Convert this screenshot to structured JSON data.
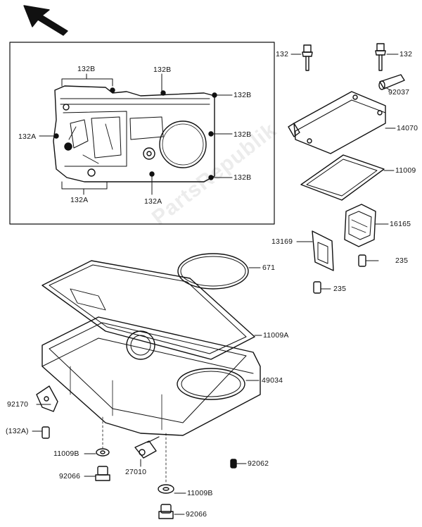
{
  "watermark": "PartsRepublik",
  "parts": {
    "p132_top_left": "132",
    "p132_top_right": "132",
    "p92037": "92037",
    "p14070": "14070",
    "p11009": "11009",
    "p16165": "16165",
    "p13169": "13169",
    "p235_a": "235",
    "p235_b": "235",
    "p671": "671",
    "p11009A": "11009A",
    "p49034": "49034",
    "p92170": "92170",
    "p132A_paren": "(132A)",
    "p11009B_a": "11009B",
    "p92066_a": "92066",
    "p27010": "27010",
    "p92062": "92062",
    "p11009B_b": "11009B",
    "p92066_b": "92066"
  },
  "inset": {
    "b1": "132B",
    "b2": "132B",
    "b3": "132B",
    "b4": "132B",
    "b5": "132B",
    "a1": "132A",
    "a2": "132A",
    "a3": "132A"
  }
}
